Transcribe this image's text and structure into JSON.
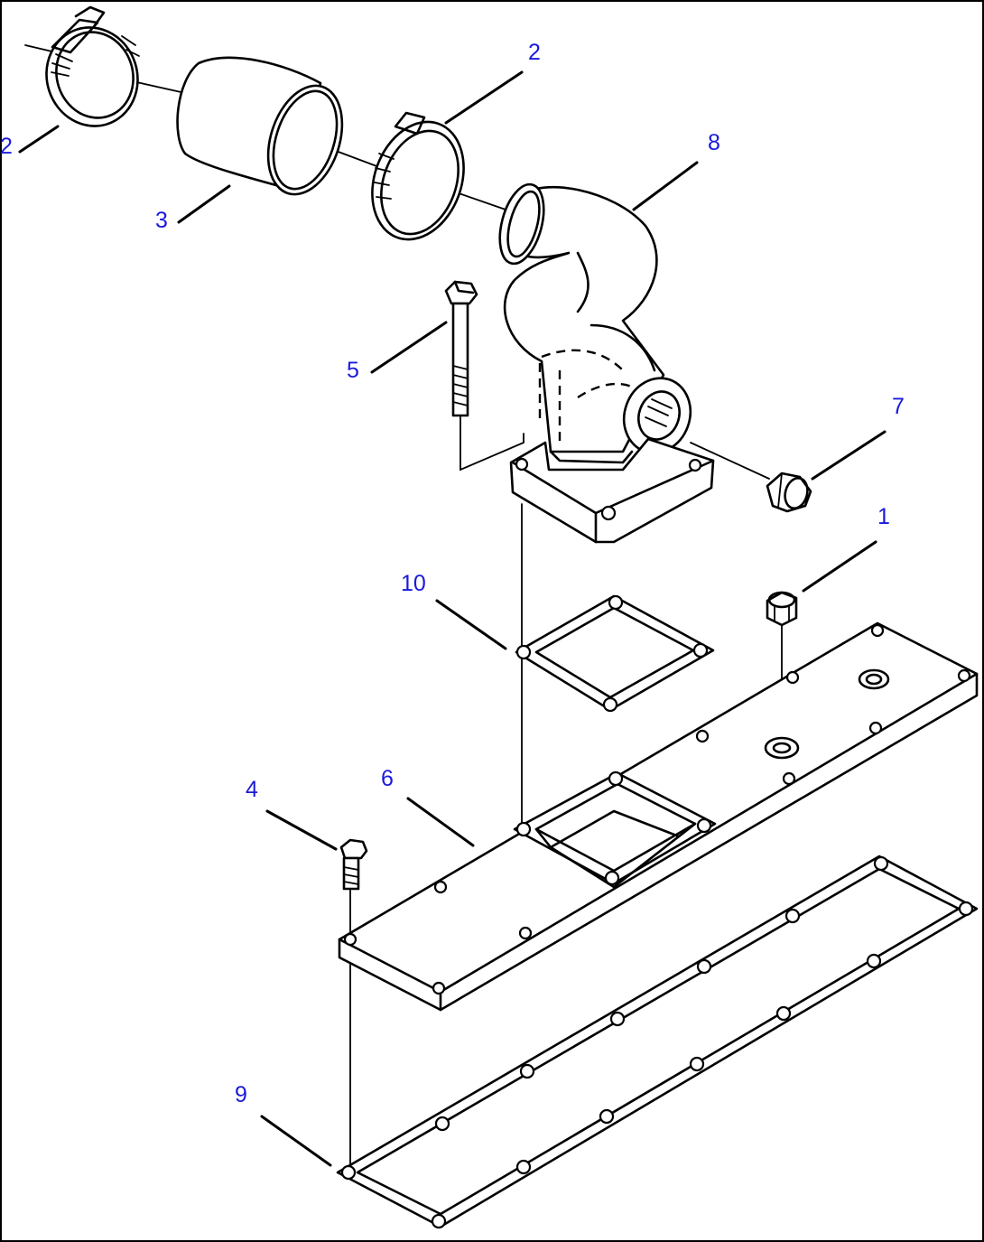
{
  "callouts": [
    {
      "id": "c1",
      "text": "1"
    },
    {
      "id": "c2a",
      "text": "2"
    },
    {
      "id": "c2b",
      "text": "2"
    },
    {
      "id": "c3",
      "text": "3"
    },
    {
      "id": "c4",
      "text": "4"
    },
    {
      "id": "c5",
      "text": "5"
    },
    {
      "id": "c6",
      "text": "6"
    },
    {
      "id": "c7",
      "text": "7"
    },
    {
      "id": "c8",
      "text": "8"
    },
    {
      "id": "c9",
      "text": "9"
    },
    {
      "id": "c10",
      "text": "10"
    }
  ],
  "colors": {
    "callout_text": "#1a1adb",
    "line_art": "#000000",
    "background": "#ffffff"
  }
}
